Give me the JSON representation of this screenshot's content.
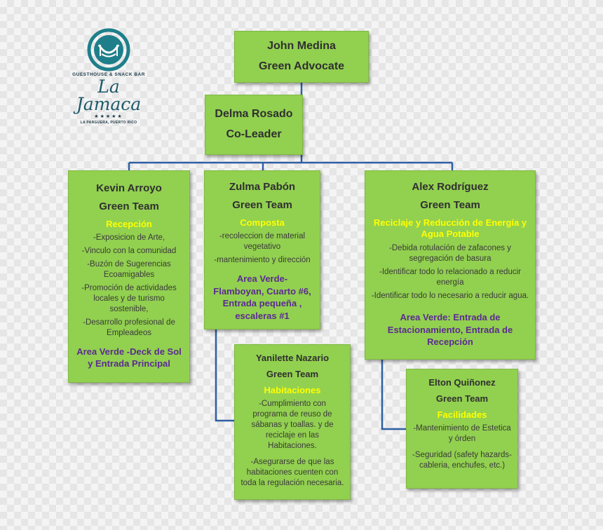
{
  "logo": {
    "tagline": "GUESTHOUSE & SNACK BAR",
    "name": "La Jamaca",
    "stars": "★★★★★",
    "location": "LA PARGUERA, PUERTO RICO",
    "colors": {
      "ring": "#1e7f8a",
      "text": "#1e3a48"
    }
  },
  "colors": {
    "box_fill": "#92d050",
    "connector": "#2e5fa3",
    "area_title": "#ffff00",
    "area_verde": "#5b2b91"
  },
  "advocate": {
    "name": "John Medina",
    "role": "Green Advocate"
  },
  "co_leader": {
    "name": "Delma Rosado",
    "role": "Co-Leader"
  },
  "kevin": {
    "name": "Kevin Arroyo",
    "role": "Green Team",
    "area": "Recepción",
    "items": [
      "-Exposicion de Arte,",
      "-Vinculo con la comunidad",
      "-Buzón de Sugerencias Ecoamigables",
      "-Promoción de actividades locales y de turismo sostenible,",
      "-Desarrollo profesional de Empleadeos"
    ],
    "area_verde": "Area Verde -Deck de Sol y Entrada  Principal"
  },
  "zulma": {
    "name": "Zulma Pabón",
    "role": "Green Team",
    "area": "Composta",
    "items": [
      "-recoleccion de material vegetativo",
      "-mantenimiento  y dirección"
    ],
    "area_verde": "Area Verde- Flamboyan, Cuarto #6, Entrada pequeña , escaleras #1"
  },
  "alex": {
    "name": "Alex Rodríguez",
    "role": "Green Team",
    "area": "Reciclaje y Reducción de Energía y Agua Potable",
    "items": [
      "-Debida rotulación de zafacones y segregación de basura",
      "-Identificar todo lo relacionado a reducir energía",
      "-Identificar todo lo necesario a reducir agua."
    ],
    "area_verde": "Area Verde: Entrada de Estacionamiento, Entrada de Recepción"
  },
  "yanilette": {
    "name": "Yanilette Nazario",
    "role": "Green Team",
    "area": "Habitaciones",
    "items": [
      "-Cumplimiento con  programa de reuso de sábanas y toallas. y de reciclaje en las Habitaciones.",
      "-Asegurarse de que las habitaciones cuenten con toda la regulación necesaria."
    ]
  },
  "elton": {
    "name": "Elton Quiñonez",
    "role": "Green Team",
    "area": "Facilidades",
    "items": [
      "-Mantenimiento de Estetica y órden",
      "-Seguridad (safety hazards-cableria, enchufes, etc.)"
    ]
  }
}
